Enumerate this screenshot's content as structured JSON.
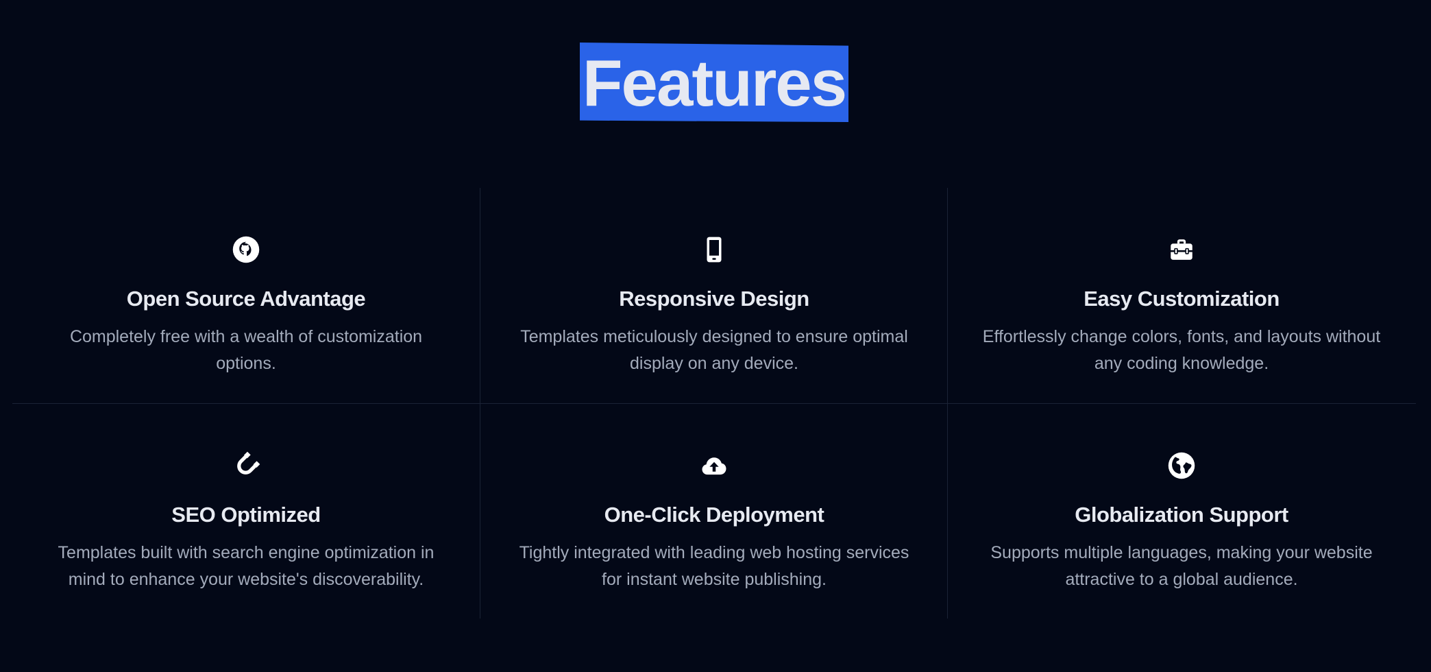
{
  "section": {
    "title": "Features",
    "highlight_color": "#2a63e8",
    "background_color": "#030817"
  },
  "features": [
    {
      "icon": "github-icon",
      "title": "Open Source Advantage",
      "description": "Completely free with a wealth of customization options."
    },
    {
      "icon": "mobile-phone-icon",
      "title": "Responsive Design",
      "description": "Templates meticulously designed to ensure optimal display on any device."
    },
    {
      "icon": "toolbox-icon",
      "title": "Easy Customization",
      "description": "Effortlessly change colors, fonts, and layouts without any coding knowledge."
    },
    {
      "icon": "magnet-icon",
      "title": "SEO Optimized",
      "description": "Templates built with search engine optimization in mind to enhance your website's discoverability."
    },
    {
      "icon": "cloud-upload-icon",
      "title": "One-Click Deployment",
      "description": "Tightly integrated with leading web hosting services for instant website publishing."
    },
    {
      "icon": "globe-icon",
      "title": "Globalization Support",
      "description": "Supports multiple languages, making your website attractive to a global audience."
    }
  ]
}
